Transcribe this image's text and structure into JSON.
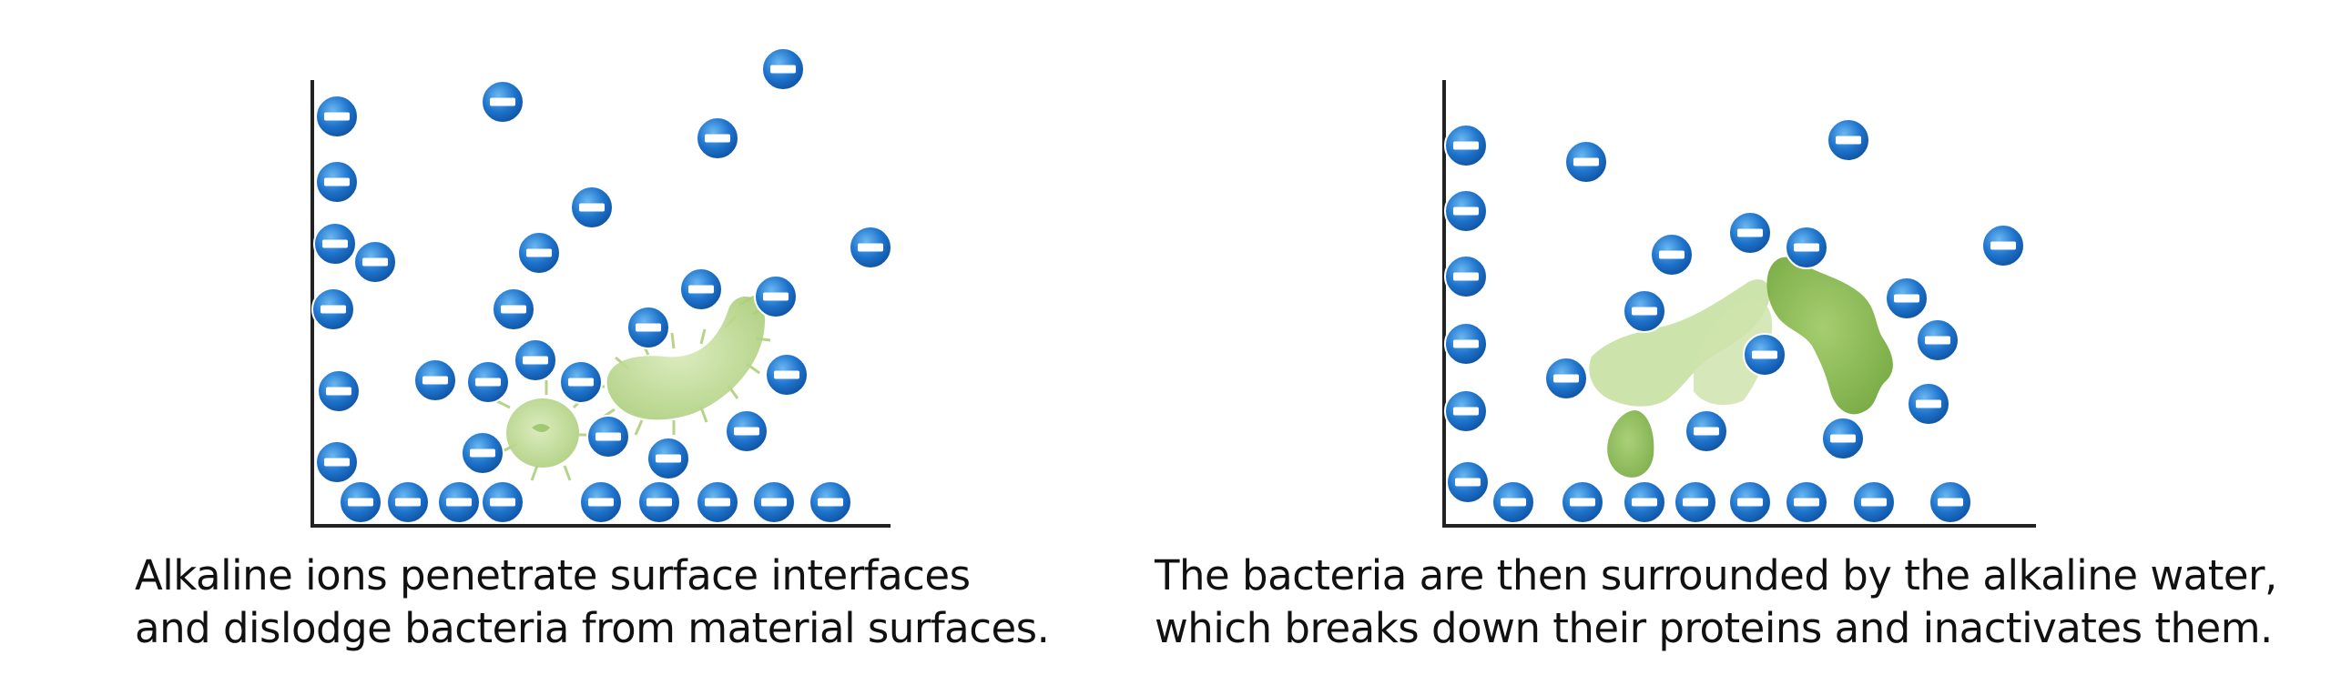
{
  "panels": [
    {
      "caption_line1": "Alkaline ions penetrate surface interfaces",
      "caption_line2": "and dislodge bacteria from material surfaces."
    },
    {
      "caption_line1": "The bacteria are then surrounded by the alkaline water,",
      "caption_line2": "which breaks down their proteins and inactivates them."
    }
  ],
  "colors": {
    "ion_fill": "#1e6fc8",
    "ion_highlight": "#5fb0f0",
    "ion_bar": "#ffffff",
    "axis": "#222222",
    "bacteria_light": "#c6dfa0",
    "bacteria_mid": "#a9cc78",
    "bacteria_dark": "#7db03e"
  }
}
